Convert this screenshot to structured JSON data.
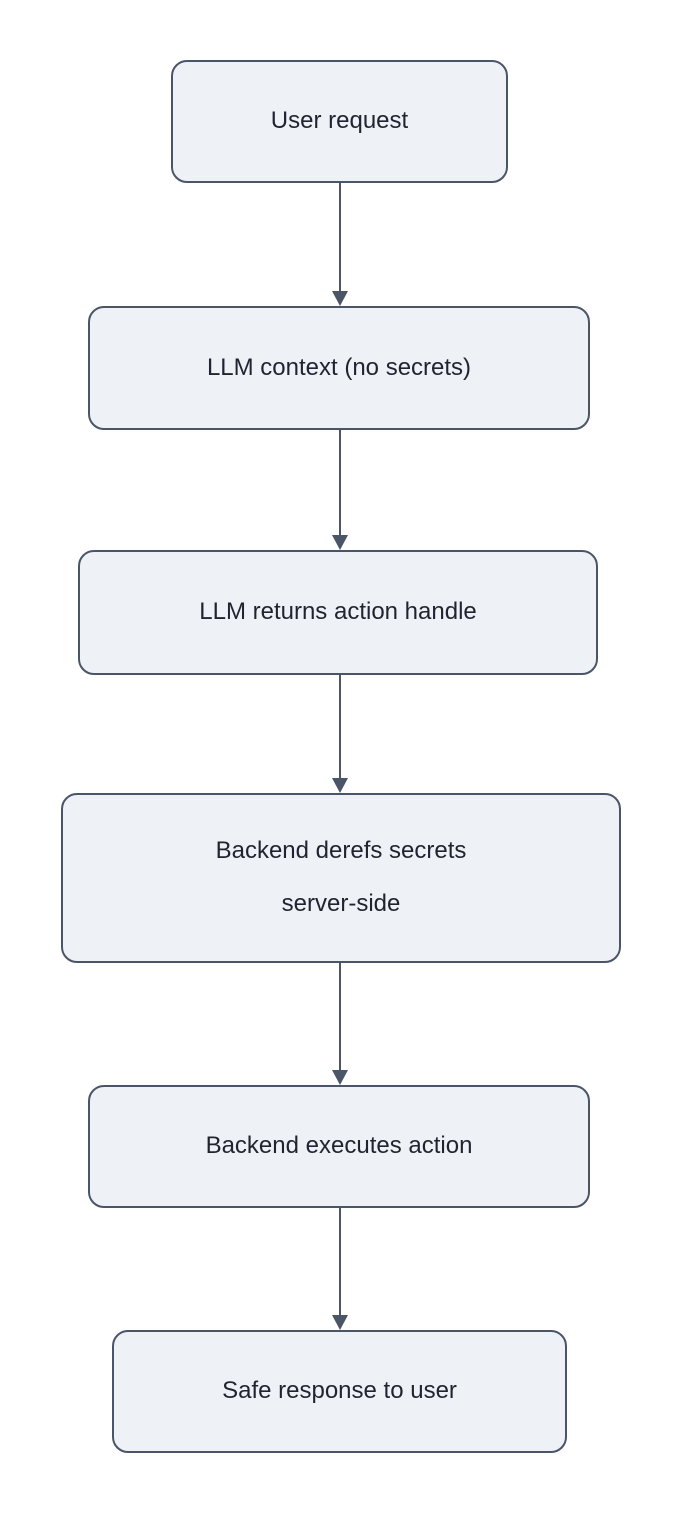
{
  "diagram": {
    "type": "flowchart",
    "direction": "top-down",
    "nodes": [
      {
        "id": "n1",
        "label": "User request"
      },
      {
        "id": "n2",
        "label": "LLM context (no secrets)"
      },
      {
        "id": "n3",
        "label": "LLM returns action handle"
      },
      {
        "id": "n4",
        "label": "Backend derefs secrets\nserver-side"
      },
      {
        "id": "n5",
        "label": "Backend executes action"
      },
      {
        "id": "n6",
        "label": "Safe response to user"
      }
    ],
    "edges": [
      {
        "from": "n1",
        "to": "n2"
      },
      {
        "from": "n2",
        "to": "n3"
      },
      {
        "from": "n3",
        "to": "n4"
      },
      {
        "from": "n4",
        "to": "n5"
      },
      {
        "from": "n5",
        "to": "n6"
      }
    ],
    "colors": {
      "background": "#ffffff",
      "node_fill": "#eef1f6",
      "node_border": "#4a5568",
      "text": "#1f2430",
      "arrow": "#4a5568"
    }
  }
}
